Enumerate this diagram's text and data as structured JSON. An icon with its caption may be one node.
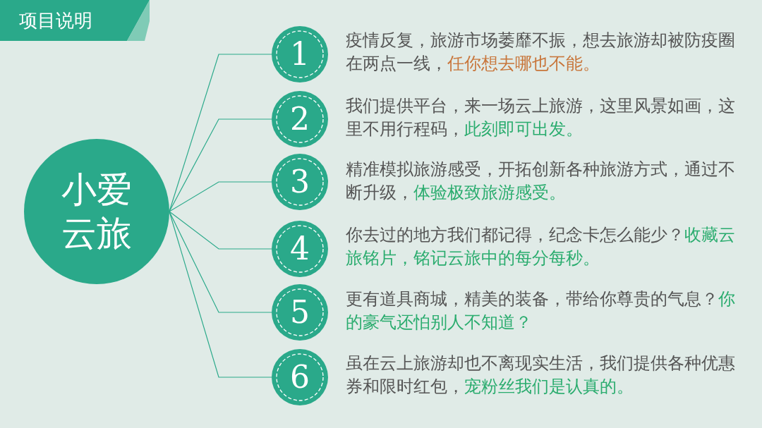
{
  "diagram": {
    "title": "项目说明",
    "nodes": [
      {
        "text": [
          "小爱云旅"
        ]
      },
      {
        "text": [
          "1"
        ],
        "beside": [
          "疫情反复，旅游市场萎靡不振，想去旅游却被防疫圈在两点一线，",
          "任你想去哪也不能。"
        ]
      },
      {
        "text": [
          "2"
        ],
        "beside": [
          "我们提供平台，来一场云上旅游，这里风景如画，这里不用行程码，",
          "此刻即可出发。"
        ]
      },
      {
        "text": [
          "3"
        ],
        "beside": [
          "精准模拟旅游感受，开拓创新各种旅游方式，通过不断升级，",
          "体验极致旅游感受。"
        ]
      },
      {
        "text": [
          "4"
        ],
        "beside": [
          "你去过的地方我们都记得，纪念卡怎么能少？",
          "收藏云旅铭片，铭记云旅中的每分每秒。"
        ]
      },
      {
        "text": [
          "5"
        ],
        "beside": [
          "更有道具商城，精美的装备，带给你尊贵的气息？",
          "你的豪气还怕别人不知道？"
        ]
      },
      {
        "text": [
          "6"
        ],
        "beside": [
          "虽在云上旅游却也不离现实生活，我们提供各种优惠券和限时红包，",
          "宠粉丝我们是认真的。"
        ]
      }
    ],
    "edges": [
      {
        "from": 0,
        "to": 1,
        "arrow": "none"
      },
      {
        "from": 0,
        "to": 2,
        "arrow": "none"
      },
      {
        "from": 0,
        "to": 3,
        "arrow": "none"
      },
      {
        "from": 0,
        "to": 4,
        "arrow": "none"
      },
      {
        "from": 0,
        "to": 5,
        "arrow": "none"
      },
      {
        "from": 0,
        "to": 6,
        "arrow": "none"
      }
    ]
  }
}
